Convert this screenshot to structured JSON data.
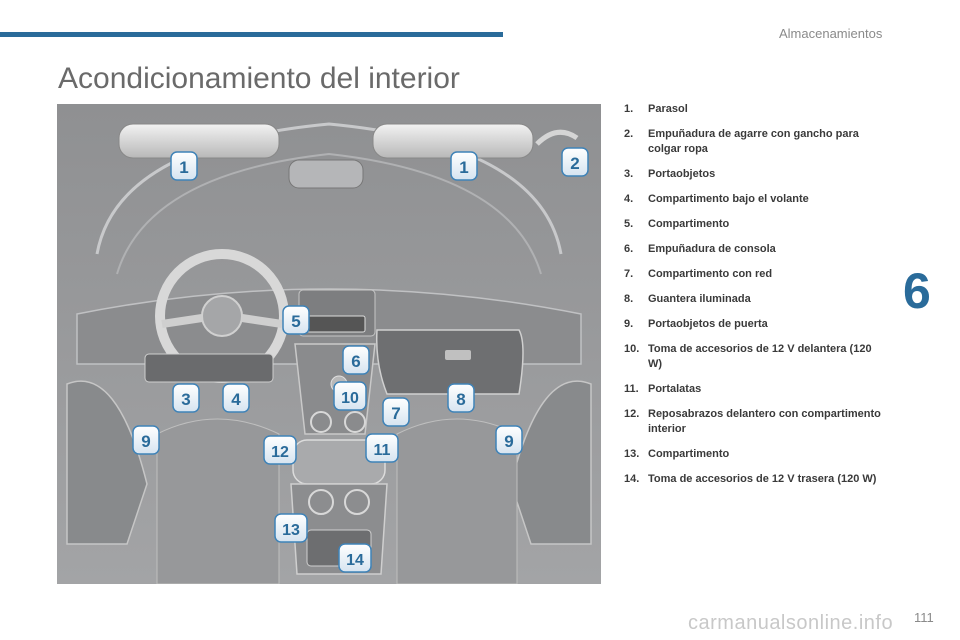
{
  "header": {
    "section": "Almacenamientos"
  },
  "page": {
    "title": "Acondicionamiento del interior",
    "chapter": "6",
    "number": "111"
  },
  "watermark": "carmanualsonline.info",
  "callouts": [
    "1",
    "1",
    "2",
    "3",
    "4",
    "5",
    "6",
    "7",
    "8",
    "9",
    "9",
    "10",
    "11",
    "12",
    "13",
    "14"
  ],
  "legend": [
    {
      "num": "1.",
      "label": "Parasol"
    },
    {
      "num": "2.",
      "label": "Empuñadura de agarre con gancho para colgar ropa"
    },
    {
      "num": "3.",
      "label": "Portaobjetos"
    },
    {
      "num": "4.",
      "label": "Compartimento bajo el volante"
    },
    {
      "num": "5.",
      "label": "Compartimento"
    },
    {
      "num": "6.",
      "label": "Empuñadura de consola"
    },
    {
      "num": "7.",
      "label": "Compartimento con red"
    },
    {
      "num": "8.",
      "label": "Guantera iluminada"
    },
    {
      "num": "9.",
      "label": "Portaobjetos de puerta"
    },
    {
      "num": "10.",
      "label": "Toma de accesorios de 12 V delantera (120 W)"
    },
    {
      "num": "11.",
      "label": "Portalatas"
    },
    {
      "num": "12.",
      "label": "Reposabrazos delantero con compartimento interior"
    },
    {
      "num": "13.",
      "label": "Compartimento"
    },
    {
      "num": "14.",
      "label": "Toma de accesorios de 12 V trasera (120 W)"
    }
  ]
}
